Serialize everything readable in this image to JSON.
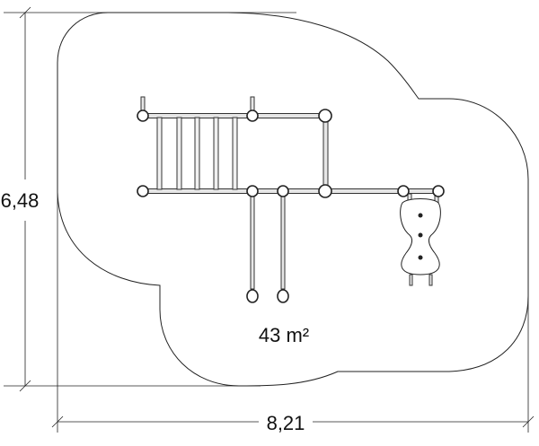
{
  "diagram": {
    "width_label": "8,21",
    "depth_label": "6,48",
    "area_label": "43 m²"
  },
  "colors": {
    "line": "#222222",
    "background": "#ffffff",
    "equipment_fill": "#e6e6e6"
  },
  "icons": {
    "equipment": "playground-climbing-frame",
    "ladder": "ladder-icon",
    "rings": "gymnastic-rings-icon",
    "climbing_wall": "climbing-panel-icon"
  }
}
